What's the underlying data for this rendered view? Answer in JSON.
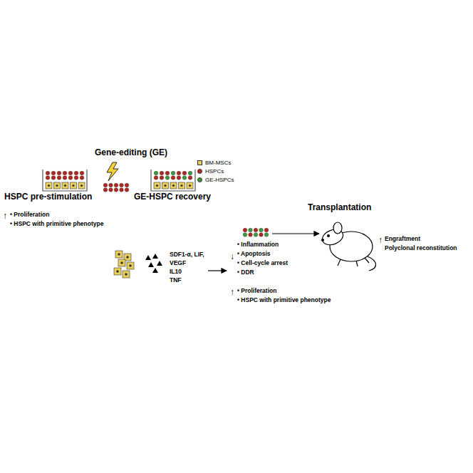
{
  "diagram": {
    "labels": [
      "Gene-editing (GE)",
      "HSPC pre-stimulation",
      "GE-HSPC recovery",
      "Transplantation",
      "↑",
      "• Proliferation",
      "• HSPC with primitive phenotype",
      "SDF1-α, LIF,",
      "VEGF",
      "IL10",
      "TNF",
      "↓",
      "• Inflammation",
      "• Apoptosis",
      "• Cell-cycle arrest",
      "• DDR",
      "↑",
      "• Proliferation",
      "• HSPC with primitive phenotype",
      "↑",
      "Engraftment",
      "Polyclonal reconstitution"
    ],
    "legend": [
      {
        "text": "BM-MSCs",
        "color": "#e8cf5c"
      },
      {
        "text": "HSPCs",
        "color": "#b3261e"
      },
      {
        "text": "GE-HSPCs",
        "color": "#3c9a3c"
      }
    ]
  }
}
